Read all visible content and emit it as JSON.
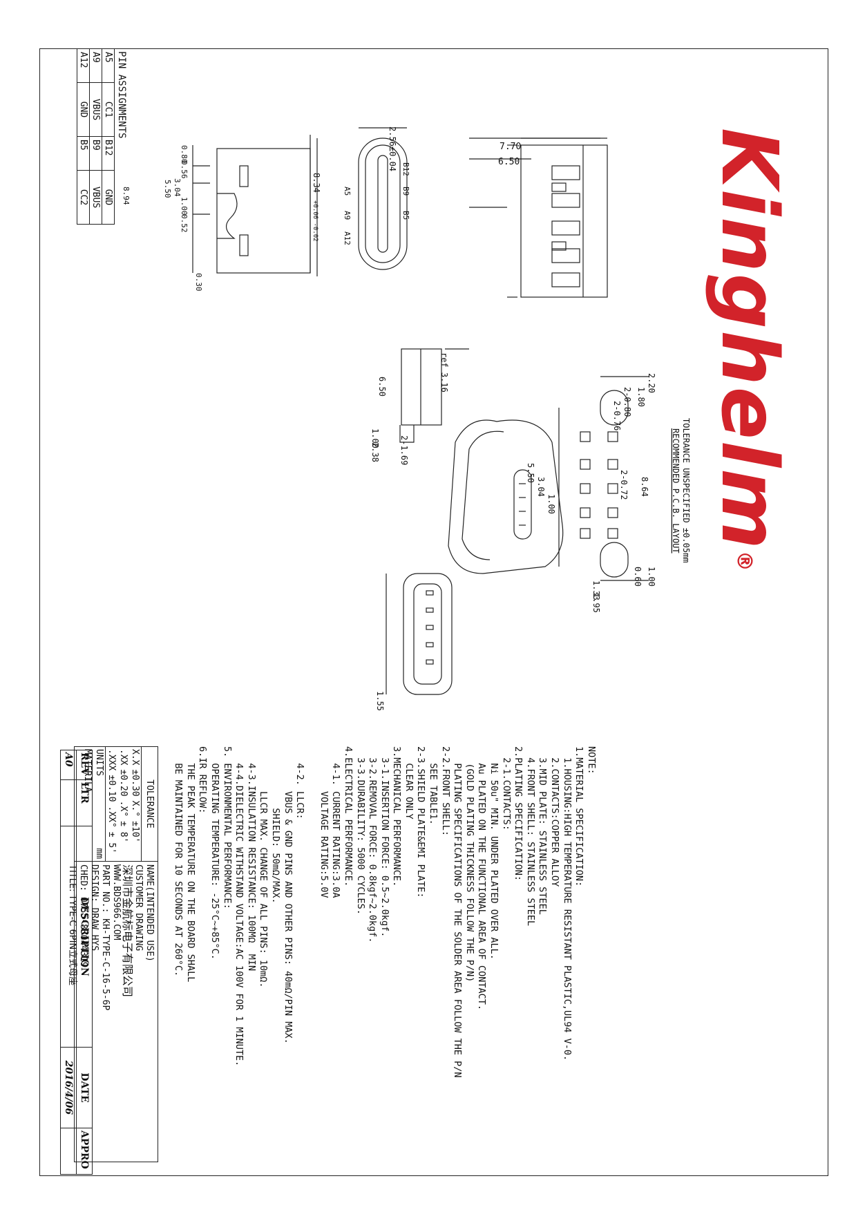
{
  "logo": {
    "text": "Kinghelm",
    "mark": "®",
    "color": "#d2232a"
  },
  "pins": {
    "title": "PIN ASSIGNMENTS",
    "rows": [
      [
        "A5",
        "CC1",
        "B12",
        "GND"
      ],
      [
        "A9",
        "VBUS",
        "B9",
        "VBUS"
      ],
      [
        "A12",
        "GND",
        "B5",
        "CC2"
      ]
    ]
  },
  "dims": {
    "v1": {
      "d770": "7.70",
      "d650": "6.50"
    },
    "v2": {
      "d256": "2.56±0.04",
      "d834": "8.34",
      "d834tol": "+0.06 -0.02",
      "labelsA": [
        "B12",
        "B9",
        "B5"
      ],
      "labelsB": [
        "A5",
        "A9",
        "A12"
      ]
    },
    "v3": {
      "d080": "0.80",
      "d056": "0.56",
      "d304": "3.04",
      "d100": "1.00",
      "d550": "5.50",
      "d052": "0.52",
      "d894": "8.94",
      "d030": "0.30"
    },
    "v4": {
      "ref": "ref 3.16",
      "d650": "6.50",
      "d100": "1.00",
      "d238": "2.38",
      "d169": "2-1.69"
    },
    "v5": {
      "d155": "1.55"
    },
    "pcb": {
      "d220": "2.20",
      "d180": "1.80",
      "d2080": "2-0.80",
      "d2076": "2-0.76",
      "d864": "8.64",
      "d2072": "2-0.72",
      "d550": "5.50",
      "d304": "3.04",
      "d100a": "1.00",
      "d060": "0.60",
      "d100b": "1.00",
      "d133": "1.33",
      "d195": "1.95",
      "caption1": "RECOMMENDED P.C.B. LAYOUT",
      "caption2": "TOLERANCE UNSPECIFIED ±0.05mm"
    }
  },
  "notes": [
    "NOTE:",
    "1.MATERIAL SPECIFICATION:",
    "  1.HOUSING:HIGH TEMPERATURE RESISTANT PLASTIC,UL94 V-0.",
    "  2.CONTACTS:COPPER ALLOY",
    "  3.MID PLATE: STAINLESS STEEL",
    "  4.FRONT SHELL: STAINLESS STEEL",
    "2.PLATING SPECIFICATION:",
    "  2-1.CONTACTS:",
    "   Ni 50u\" MIN. UNDER PLATED OVER ALL.",
    "   Au PLATED ON THE FUNCTIONAL AREA OF CONTACT.",
    "   (GOLD PLATING THICKNESS FOLLOW THE P/N)",
    "   PLATING SPECIFICATIONS OF THE SOLDER AREA FOLLOW THE P/N",
    "2-2.FRONT SHELL:",
    "   SEE TABLE1.",
    "2-3.SHIELD PLATE&EMI PLATE:",
    "   CLEAR ONLY",
    "3.MECHANICAL PERFORMANCE.",
    "  3-1.INSERTION FORCE: 0.5~2.0kgf.",
    "  3-2.REMOVAL FORCE: 0.8kgf~2.0kgf.",
    "  3-3.DURABILITY: 5000 CYCLES.",
    "4.ELECTRICAL PERFORMANCE.",
    "   4-1. CURRENT RATING:3.0A",
    "        VOLTAGE RATING:5.0V",
    "",
    "   4-2. LLCR:",
    "        VBUS & GND PINS AND OTHER PINS: 40mΩ/PIN MAX.",
    "           SHIELD: 50mΩ/MAX.",
    "        LLCR MAX. CHANGE OF ALL PINS: 10mΩ.",
    "   4-3.INSULATION RESISTANCE: 100MΩ  MIN",
    "   4-4.DIELECTRIC WITHSTAND VOLTAGE:AC 100V FOR 1 MINUTE.",
    "5. ENVIRONMENTAL PERFORMANCE:",
    "   OPERATING TEMPERATURE: -25°C~+85°C.",
    "6.IR REFLOW:",
    "   THE PEAK TEMPERATURE ON THE BOARD SHALL",
    "   BE MAINTAINED FOR 10 SECONDS AT 260°C."
  ],
  "revision": {
    "headers": [
      "REV",
      "LTR",
      "DESCRIPTION",
      "DATE",
      "APPRO"
    ],
    "row": {
      "rev": "A0",
      "date": "2016/4/06"
    }
  },
  "titleblock": {
    "tolerance": "TOLERANCE",
    "tol_rows": [
      [
        "X.X",
        "±0.30",
        "X.°",
        "±10'"
      ],
      [
        ".XX",
        "±0.20",
        ".X°",
        "± 8'"
      ],
      [
        ".XXX",
        "±0.10",
        ".XX°",
        "± 5'"
      ]
    ],
    "units": "UNITS",
    "units_val": "mm",
    "materila": "MATERILA",
    "name": "NAME(INTENDED USE)",
    "customer": "CUSTOMER DRAWING",
    "company": "深圳市金航标电子有限公司",
    "website": "WWW.BDS966.COM",
    "part_label": "PART NO.:",
    "part_no": "KH-TYPE-C-16-5-6P",
    "design": "DESIGN:",
    "draw": "DRAW",
    "hys": "HYS",
    "ched": "CHED:",
    "phone": "0755-83044319",
    "title": "TITLE: TYPE-C 6PIN立式母座"
  }
}
